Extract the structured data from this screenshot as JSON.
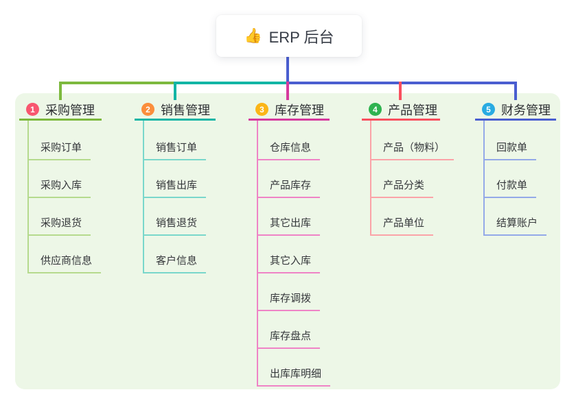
{
  "root": {
    "emoji": "👍",
    "label": "ERP 后台"
  },
  "branches": [
    {
      "index": "1",
      "label": "采购管理",
      "badge_color": "#f8566f",
      "line_color": "#7db93e",
      "child_line_color": "#b5da8d",
      "children": [
        "采购订单",
        "采购入库",
        "采购退货",
        "供应商信息"
      ]
    },
    {
      "index": "2",
      "label": "销售管理",
      "badge_color": "#fb8e3c",
      "line_color": "#13b5a5",
      "child_line_color": "#79d7cb",
      "children": [
        "销售订单",
        "销售出库",
        "销售退货",
        "客户信息"
      ]
    },
    {
      "index": "3",
      "label": "库存管理",
      "badge_color": "#fbb517",
      "line_color": "#d63a9e",
      "child_line_color": "#ef83c6",
      "children": [
        "仓库信息",
        "产品库存",
        "其它出库",
        "其它入库",
        "库存调拨",
        "库存盘点",
        "出库库明细"
      ]
    },
    {
      "index": "4",
      "label": "产品管理",
      "badge_color": "#2fb350",
      "line_color": "#f94f5e",
      "child_line_color": "#fba3a8",
      "children": [
        "产品（物料）",
        "产品分类",
        "产品单位"
      ]
    },
    {
      "index": "5",
      "label": "财务管理",
      "badge_color": "#29abe2",
      "line_color": "#4a5ed0",
      "child_line_color": "#93a9e8",
      "children": [
        "回款单",
        "付款单",
        "结算账户"
      ]
    }
  ],
  "colors": {
    "canvas_bg": "#ffffff",
    "panel_bg": "#edf7e7",
    "root_line": "#4a5ed0",
    "text": "#333333"
  }
}
